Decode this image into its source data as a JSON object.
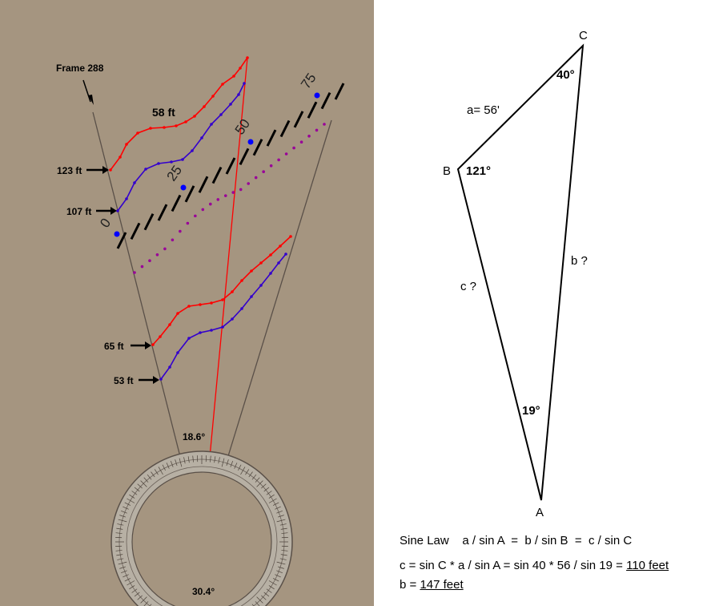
{
  "left_panel": {
    "background": "#a59580",
    "frame_label": "Frame 288",
    "top_width_label": "58 ft",
    "distance_labels": [
      "123 ft",
      "107 ft",
      "65 ft",
      "53 ft"
    ],
    "scale_labels": [
      "0",
      "25",
      "50",
      "75"
    ],
    "angle_top": "18.6°",
    "angle_bottom": "30.4°",
    "series_colors": {
      "near_edge": "#ff0000",
      "far_edge": "#3300cc",
      "markers": "#0000ff",
      "dots": "#990099"
    }
  },
  "triangle": {
    "vertex_a": "A",
    "vertex_b": "B",
    "vertex_c": "C",
    "side_a": "a= 56'",
    "side_b": "b ?",
    "side_c": "c ?",
    "angle_a": "19°",
    "angle_b": "121°",
    "angle_c": "40°"
  },
  "formulas": {
    "sine_law_title": "Sine Law",
    "sine_law_eq": "a / sin A  =  b / sin B  =  c / sin C",
    "c_eq": "c = sin C * a / sin A = sin 40 * 56 / sin 19 = ",
    "c_result": "110 feet",
    "b_eq": "b = ",
    "b_result": "147 feet"
  }
}
